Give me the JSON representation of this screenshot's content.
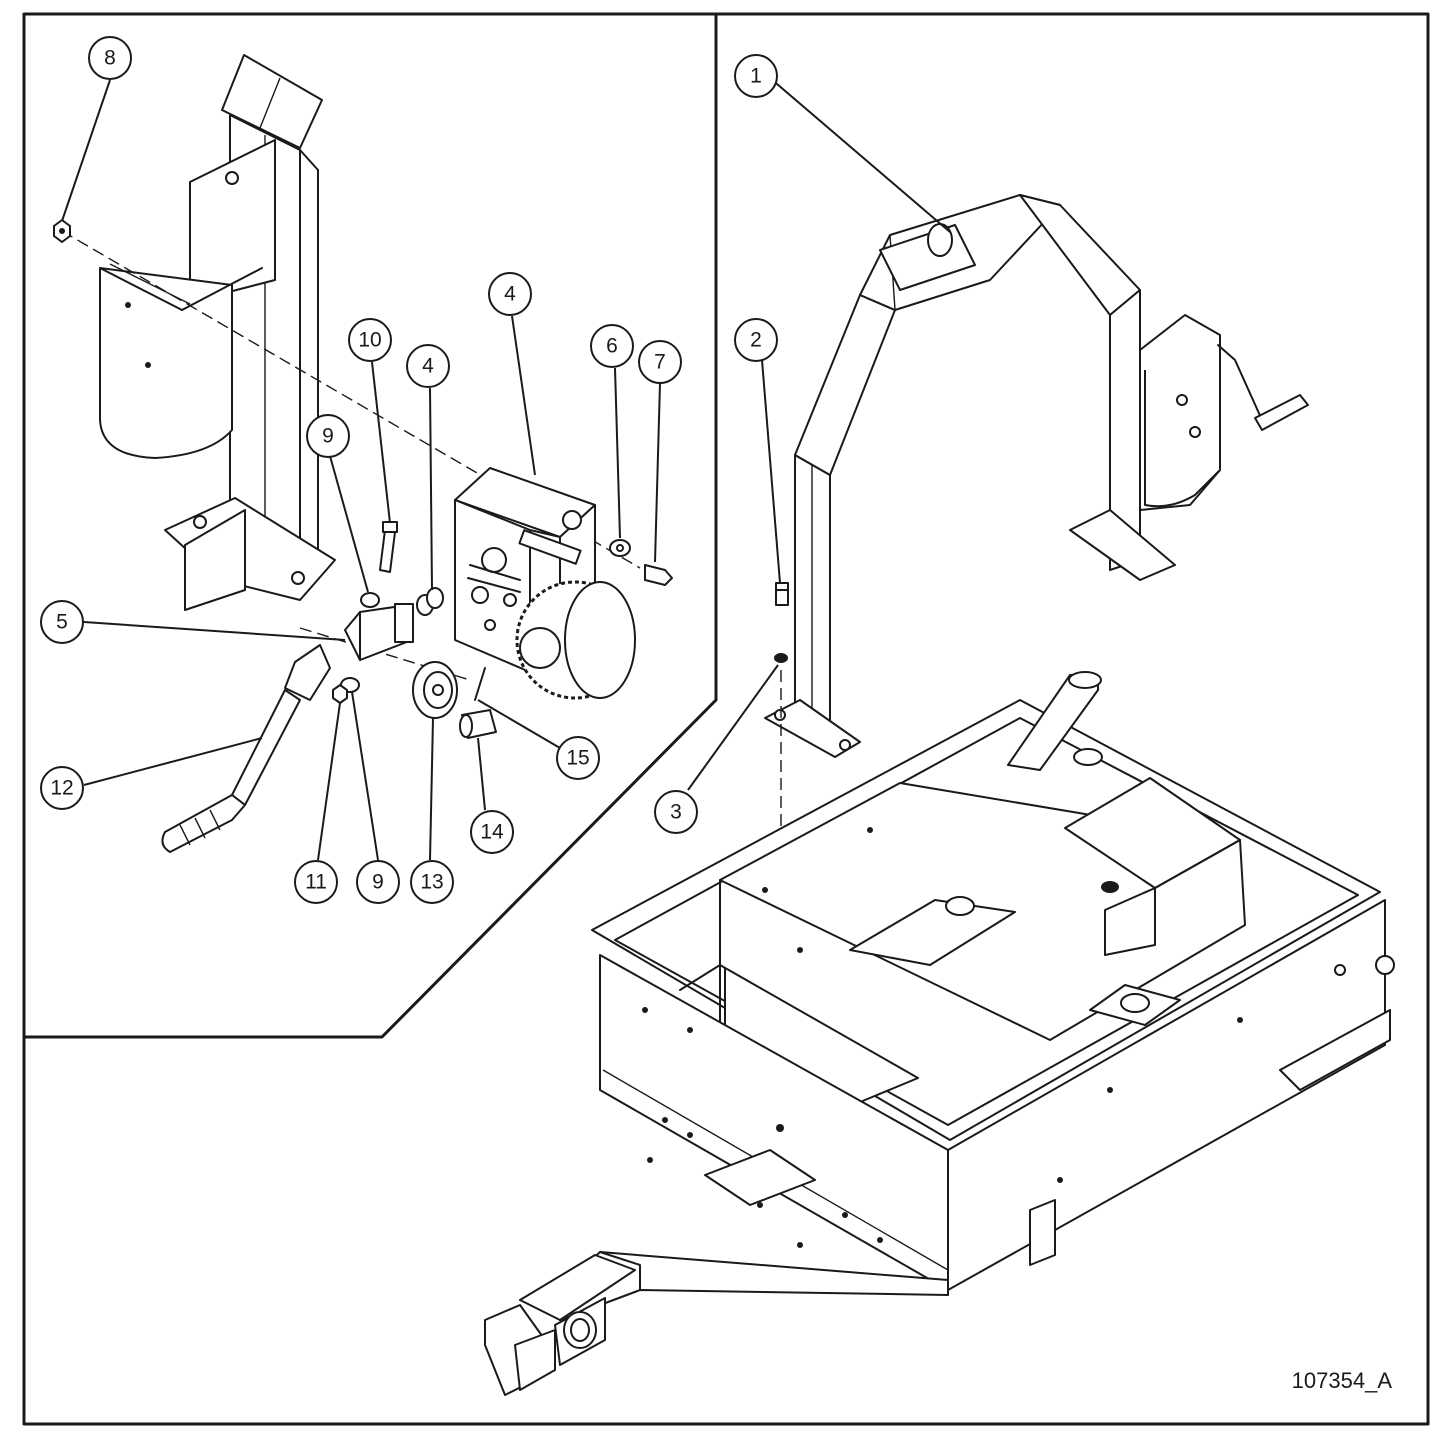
{
  "drawing_number": "107354_A",
  "callouts": [
    {
      "id": "c8",
      "label": "8"
    },
    {
      "id": "c10",
      "label": "10"
    },
    {
      "id": "c4a",
      "label": "4"
    },
    {
      "id": "c4b",
      "label": "4"
    },
    {
      "id": "c6",
      "label": "6"
    },
    {
      "id": "c7",
      "label": "7"
    },
    {
      "id": "c9a",
      "label": "9"
    },
    {
      "id": "c5",
      "label": "5"
    },
    {
      "id": "c12",
      "label": "12"
    },
    {
      "id": "c15",
      "label": "15"
    },
    {
      "id": "c14",
      "label": "14"
    },
    {
      "id": "c11",
      "label": "11"
    },
    {
      "id": "c9b",
      "label": "9"
    },
    {
      "id": "c13",
      "label": "13"
    },
    {
      "id": "c1",
      "label": "1"
    },
    {
      "id": "c2",
      "label": "2"
    },
    {
      "id": "c3",
      "label": "3"
    }
  ]
}
